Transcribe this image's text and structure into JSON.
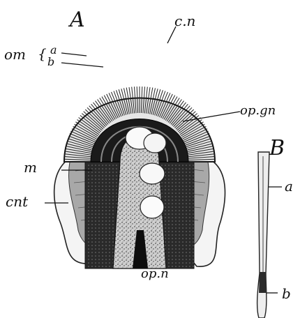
{
  "figure": {
    "panel_a": "A",
    "panel_b": "B",
    "labels": {
      "cn": "c.n",
      "om": "om",
      "a_top": "a",
      "b_top": "b",
      "opgn": "op.gn",
      "m": "m",
      "cnt": "cnt",
      "opn": "op.n",
      "a_rod": "a",
      "b_rod": "b"
    }
  }
}
